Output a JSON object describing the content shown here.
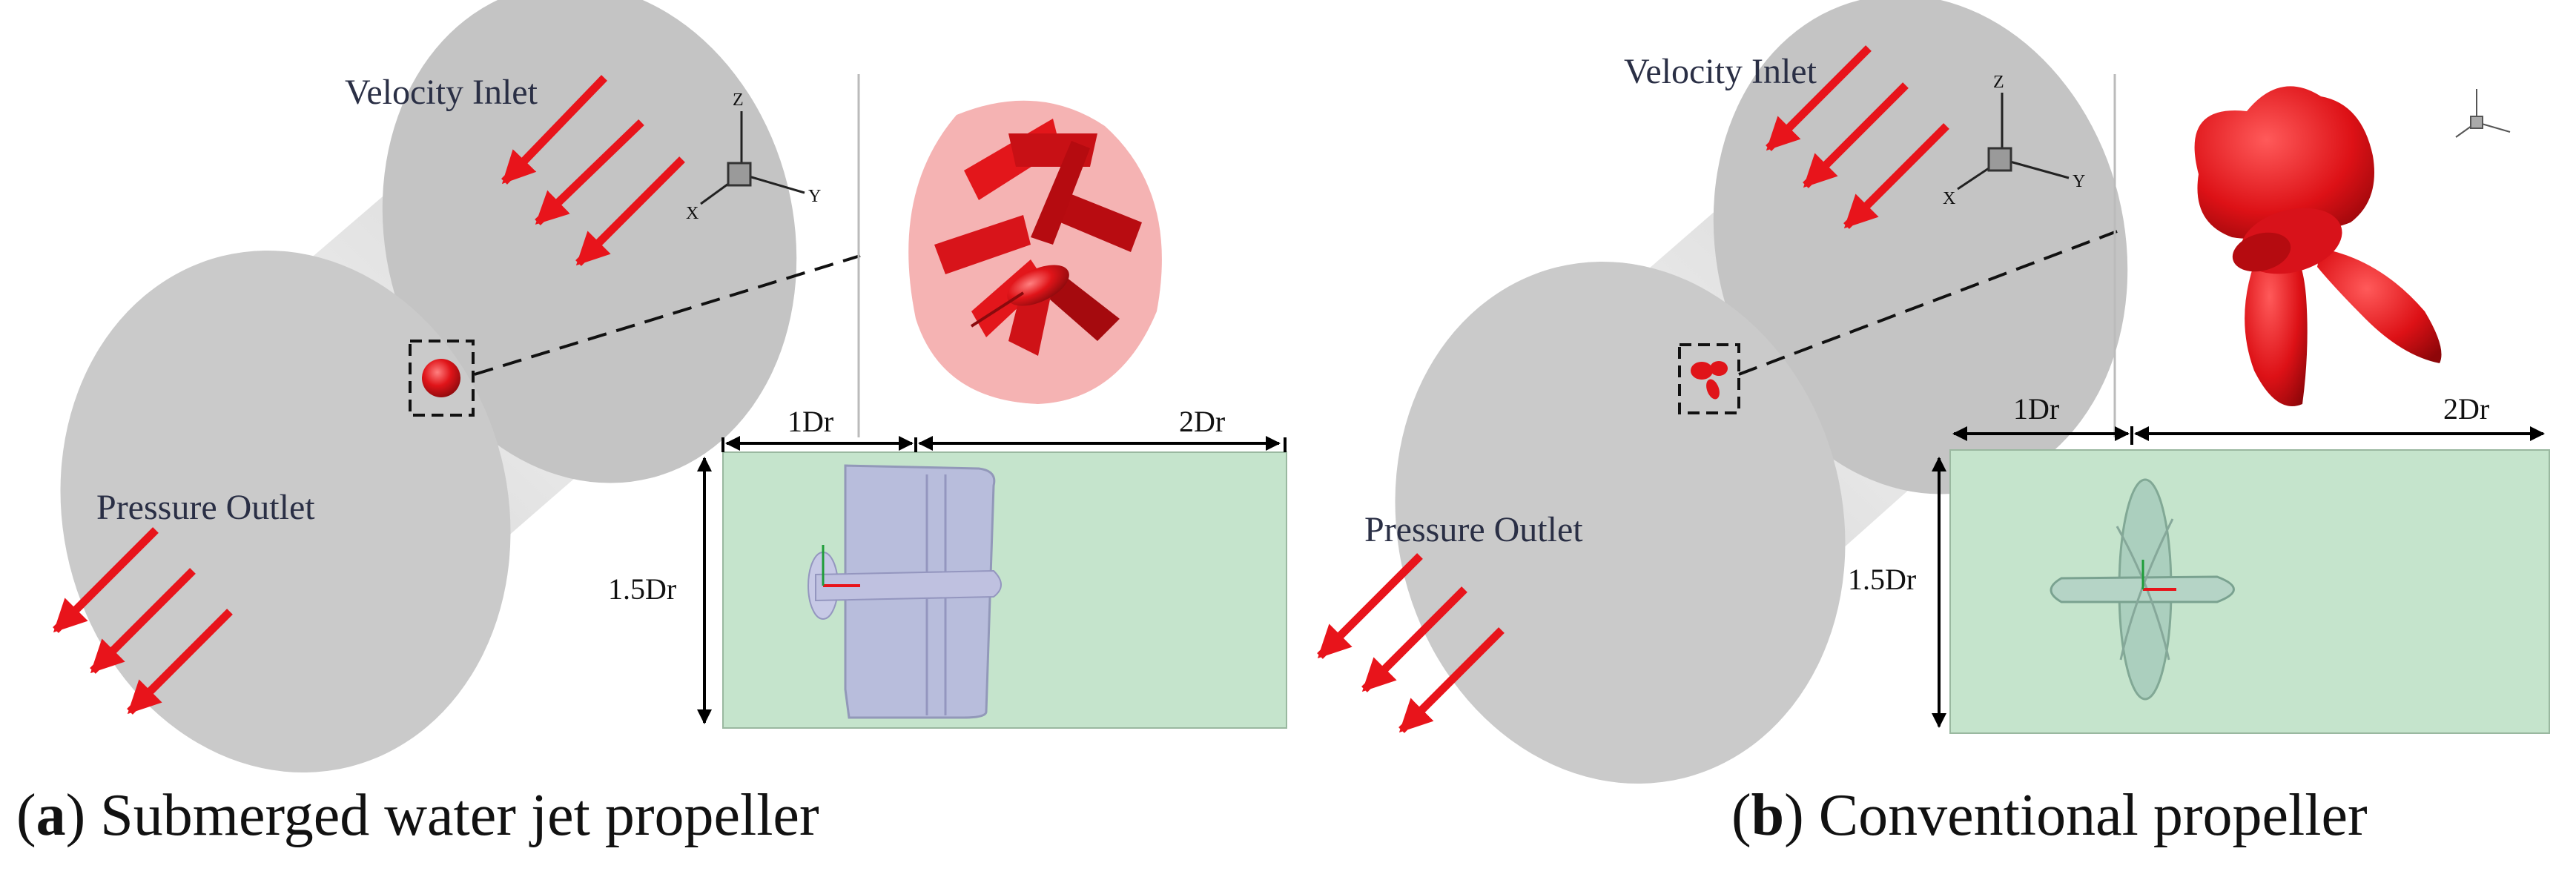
{
  "panel_a": {
    "velocity_inlet": "Velocity Inlet",
    "pressure_outlet": "Pressure Outlet",
    "dim_1": "1Dr",
    "dim_2": "2Dr",
    "dim_h": "1.5Dr",
    "axis_x": "X",
    "axis_y": "Y",
    "axis_z": "Z",
    "caption_letter": "a",
    "caption_text": " Submerged water jet propeller"
  },
  "panel_b": {
    "velocity_inlet": "Velocity Inlet",
    "pressure_outlet": "Pressure Outlet",
    "dim_1": "1Dr",
    "dim_2": "2Dr",
    "dim_h": "1.5Dr",
    "axis_x": "X",
    "axis_y": "Y",
    "axis_z": "Z",
    "caption_letter": "b",
    "caption_text": " Conventional propeller"
  },
  "colors": {
    "arrow": "#e8141b",
    "cylinder": "#d9d9d9",
    "domain_box": "#c5e4cc",
    "propeller": "#e01419"
  }
}
